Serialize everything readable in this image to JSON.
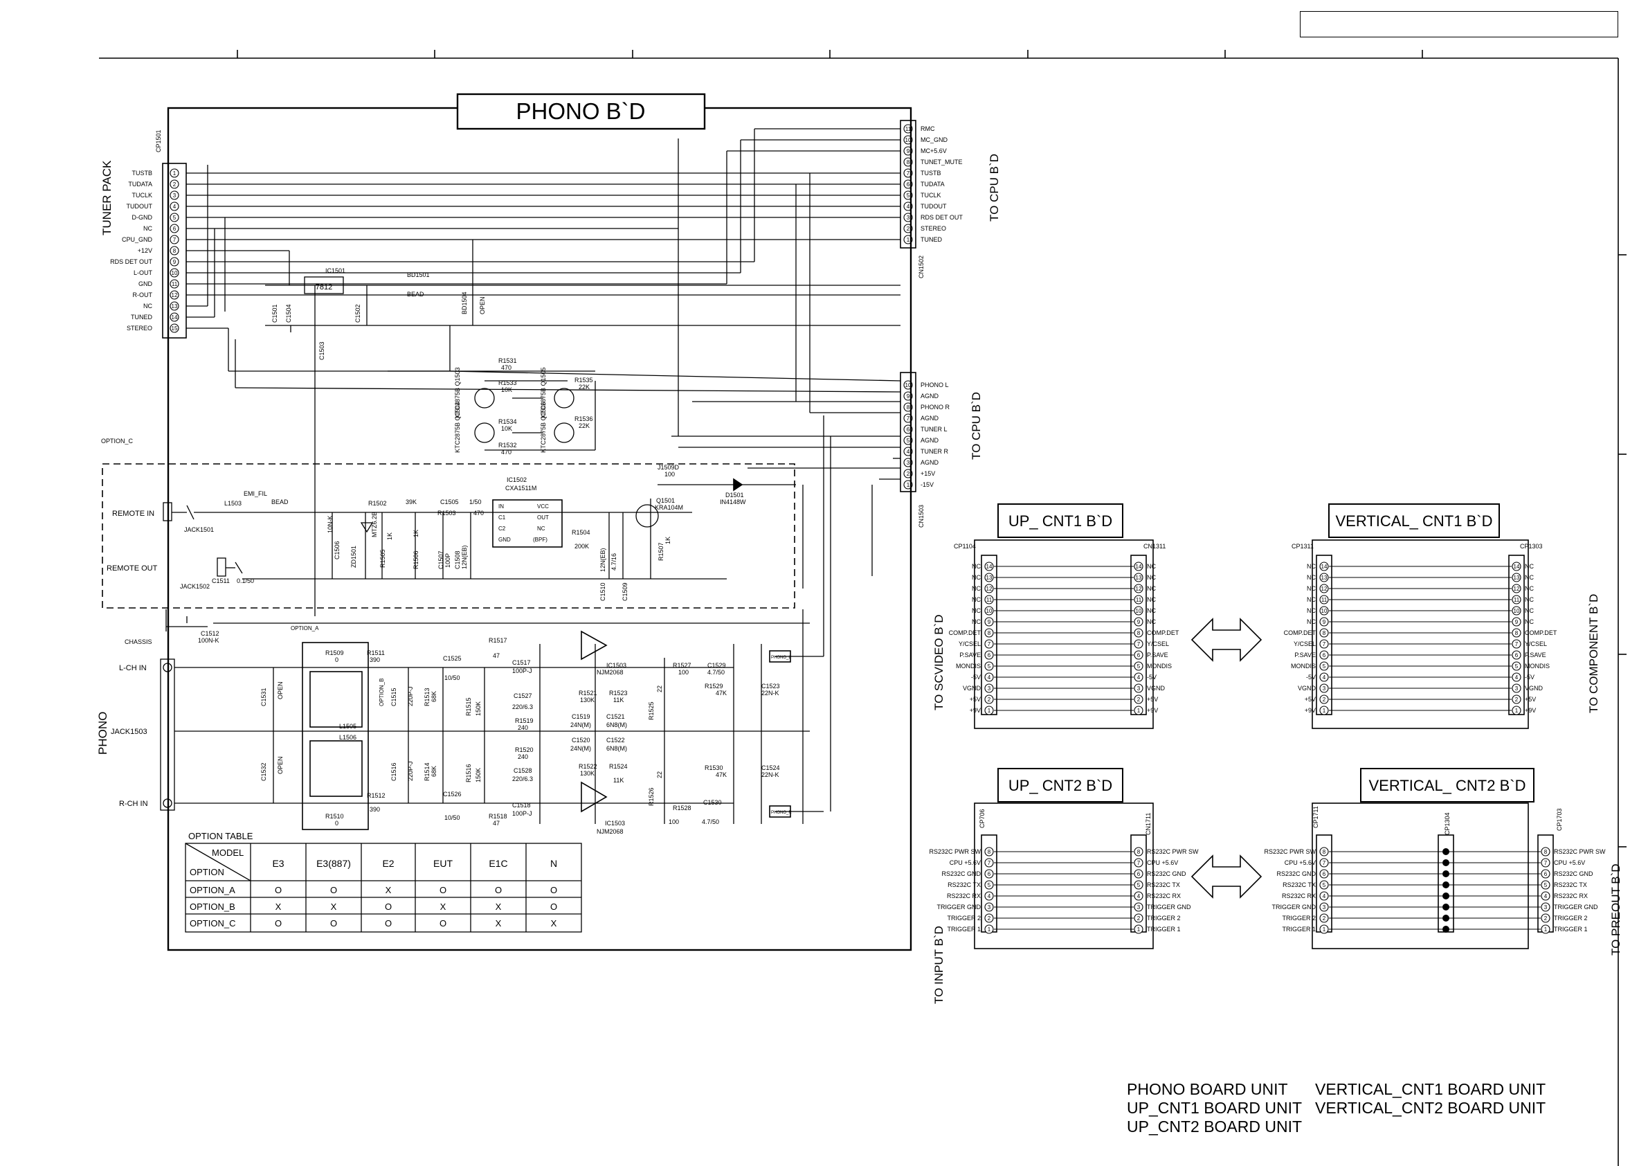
{
  "title_box": "",
  "phono_board": {
    "title": "PHONO B`D",
    "tuner_pack": {
      "label": "TUNER PACK",
      "connector": "CP1501",
      "pins": [
        "TUSTB",
        "TUDATA",
        "TUCLK",
        "TUDOUT",
        "D-GND",
        "NC",
        "CPU_GND",
        "+12V",
        "RDS DET OUT",
        "L-OUT",
        "GND",
        "R-OUT",
        "NC",
        "TUNED",
        "STEREO"
      ]
    },
    "cn1502": {
      "id": "CN1502",
      "dest": "TO CPU B`D",
      "pins": [
        "RMC",
        "MC_GND",
        "MC+5.6V",
        "TUNET_MUTE",
        "TUSTB",
        "TUDATA",
        "TUCLK",
        "TUDOUT",
        "RDS DET OUT",
        "STEREO",
        "TUNED"
      ]
    },
    "cn1503": {
      "id": "CN1503",
      "dest": "TO CPU B`D",
      "pins": [
        "PHONO L",
        "AGND",
        "PHONO R",
        "AGND",
        "TUNER L",
        "AGND",
        "TUNER R",
        "AGND",
        "+15V",
        "-15V"
      ]
    },
    "components": {
      "ic1501": "IC1501",
      "ic1501_val": "7812",
      "bd1501": "BD1501",
      "bead": "BEAD",
      "bd1504": "BD1504",
      "open": "OPEN",
      "c1501": "C1501",
      "c1502": "C1502",
      "c1503": "C1503",
      "c1504": "C1504",
      "r1531": "R1531",
      "r1531_v": "470",
      "r1533": "R1533",
      "r1533_v": "10K",
      "r1535": "R1535",
      "r1535_v": "22K",
      "r1534": "R1534",
      "r1534_v": "10K",
      "r1536": "R1536",
      "r1536_v": "22K",
      "r1532": "R1532",
      "r1532_v": "470",
      "q1503": "KTC2875B Q1503",
      "q1505": "KTC2875B Q1505",
      "q1504": "KTC2875B Q1504",
      "q1506": "KTC2875B Q1506",
      "option_c": "OPTION_C",
      "remote_in": "REMOTE IN",
      "jack1501": "JACK1501",
      "remote_out": "REMOTE OUT",
      "jack1502": "JACK1502",
      "l1503": "L1503",
      "emi_fil": "EMI_FIL",
      "emi_bead": "BEAD",
      "c1511": "C1511",
      "c1511_v": "0.1/50",
      "c1506": "C1506",
      "c1506_v": "10N-K",
      "zd1501": "ZD1501",
      "zd1501_v": "MTZ6.2B",
      "r1505": "R1505",
      "r1505_v": "1K",
      "r1502": "R1502",
      "r1502_v": "39K",
      "r1506": "R1506",
      "r1506_v": "1K",
      "c1505": "C1505",
      "c1505_v": "1/50",
      "r1503": "R1503",
      "r1503_v": "470",
      "c1507": "C1507",
      "c1507_v": "100P",
      "c1508": "C1508",
      "c1508_v": "12N(EB)",
      "ic1502": "IC1502",
      "ic1502_v": "CXA1511M",
      "ic_pins_l": [
        "IN",
        "C1",
        "C2",
        "GND"
      ],
      "ic_pins_r": [
        "VCC",
        "OUT",
        "NC",
        "(BPF)"
      ],
      "r1504": "R1504",
      "r1504_v": "200K",
      "c1510": "C1510",
      "c1510_v": "12N(EB)",
      "c1509": "C1509",
      "c1509_v": "4.7/16",
      "r1507": "R1507",
      "r1507_v": "1K",
      "q1501": "Q1501",
      "q1501_v": "KRA104M",
      "j1509": "J1509D",
      "j1509_v": "100",
      "d1501": "D1501",
      "d1501_v": "IN4148W",
      "chassis": "CHASSIS",
      "c1512": "C1512",
      "c1512_v": "100N-K",
      "option_a": "OPTION_A",
      "option_b": "OPTION_B",
      "lch_in": "L-CH IN",
      "rch_in": "R-CH IN",
      "jack1503": "JACK1503",
      "phono": "PHONO",
      "r1509": "R1509",
      "r1509_v": "0",
      "r1510": "R1510",
      "r1510_v": "0",
      "r1511": "R1511",
      "r1511_v": "390",
      "r1512": "R1512",
      "r1512_v": "390",
      "l1505": "L1505",
      "l1506": "L1506",
      "c1531": "C1531",
      "c1531_v": "OPEN",
      "c1532": "C1532",
      "c1532_v": "OPEN",
      "c1515": "C1515",
      "c1515_v": "220P-J",
      "c1516": "C1516",
      "c1516_v": "220P-J",
      "r1513": "R1513",
      "r1513_v": "68K",
      "r1514": "R1514",
      "r1514_v": "68K",
      "c1525": "C1525",
      "c1525_v": "10/50",
      "c1526": "C1526",
      "c1526_v": "10/50",
      "r1515": "R1515",
      "r1515_v": "150K",
      "r1516": "R1516",
      "r1516_v": "150K",
      "r1517": "R1517",
      "r1517_v": "47",
      "r1518": "R1518",
      "r1518_v": "47",
      "c1517": "C1517",
      "c1517_v": "100P-J",
      "c1518": "C1518",
      "c1518_v": "100P-J",
      "c1527": "C1527",
      "c1527_v": "220/6.3",
      "c1528": "C1528",
      "c1528_v": "220/6.3",
      "r1519": "R1519",
      "r1519_v": "240",
      "r1520": "R1520",
      "r1520_v": "240",
      "c1519": "C1519",
      "c1519_v": "24N(M)",
      "c1520": "C1520",
      "c1520_v": "24N(M)",
      "r1521": "R1521",
      "r1521_v": "130K",
      "r1522": "R1522",
      "r1522_v": "130K",
      "r1523": "R1523",
      "r1523_v": "11K",
      "r1524": "R1524",
      "r1524_v": "11K",
      "c1521": "C1521",
      "c1521_v": "6N8(M)",
      "c1522": "C1522",
      "c1522_v": "6N8(M)",
      "ic1503": "IC1503",
      "ic1503_v": "NJM2068",
      "r1525": "R1525",
      "r1525_v": "22",
      "r1526": "R1526",
      "r1526_v": "22",
      "r1527": "R1527",
      "r1527_v": "100",
      "r1528": "R1528",
      "r1528_v": "100",
      "c1529": "C1529",
      "c1529_v": "4.7/50",
      "c1530": "C1530",
      "c1530_v": "4.7/50",
      "r1529": "R1529",
      "r1529_v": "47K",
      "r1530": "R1530",
      "r1530_v": "47K",
      "c1523": "C1523",
      "c1523_v": "22N-K",
      "c1524": "C1524",
      "c1524_v": "22N-K",
      "phono_l_tag": "PHONO_L",
      "phono_r_tag": "PHONO_R"
    },
    "option_table": {
      "title": "OPTION TABLE",
      "corner_model": "MODEL",
      "corner_option": "OPTION",
      "models": [
        "E3",
        "E3(887)",
        "E2",
        "EUT",
        "E1C",
        "N"
      ],
      "rows": [
        {
          "option": "OPTION_A",
          "values": [
            "O",
            "O",
            "X",
            "O",
            "O",
            "O"
          ]
        },
        {
          "option": "OPTION_B",
          "values": [
            "X",
            "X",
            "O",
            "X",
            "X",
            "O"
          ]
        },
        {
          "option": "OPTION_C",
          "values": [
            "O",
            "O",
            "O",
            "O",
            "X",
            "X"
          ]
        }
      ]
    }
  },
  "up_cnt1": {
    "title": "UP_ CNT1 B`D",
    "left_conn": "CP1104",
    "right_conn": "CN1311",
    "dest": "TO SCVIDEO B`D",
    "pins": [
      "NC",
      "NC",
      "NC",
      "NC",
      "NC",
      "NC",
      "COMP.DET",
      "Y/CSEL",
      "P.SAVE",
      "MONDIS",
      "-5V",
      "VGND",
      "+5V",
      "+9V"
    ]
  },
  "vertical_cnt1": {
    "title": "VERTICAL_ CNT1 B`D",
    "left_conn": "CP1311",
    "right_conn": "CP1303",
    "dest": "TO COMPONENT B`D",
    "pins": [
      "NC",
      "NC",
      "NC",
      "NC",
      "NC",
      "NC",
      "COMP.DET",
      "Y/CSEL",
      "P.SAVE",
      "MONDIS",
      "-5V",
      "VGND",
      "+5V",
      "+9V"
    ]
  },
  "up_cnt2": {
    "title": "UP_ CNT2 B`D",
    "left_conn": "CP706",
    "right_conn": "CN1711",
    "dest": "TO INPUT B`D",
    "pins": [
      "RS232C PWR SW",
      "CPU +5.6V",
      "RS232C GND",
      "RS232C TX",
      "RS232C RX",
      "TRIGGER GND",
      "TRIGGER 2",
      "TRIGGER 1"
    ]
  },
  "vertical_cnt2": {
    "title": "VERTICAL_ CNT2 B`D",
    "left_conn": "CP1711",
    "mid_conn": "CP1304",
    "right_conn": "CP1703",
    "dest": "TO PREOUT B`D",
    "pins": [
      "RS232C PWR SW",
      "CPU +5.6V",
      "RS232C GND",
      "RS232C TX",
      "RS232C RX",
      "TRIGGER GND",
      "TRIGGER 2",
      "TRIGGER 1"
    ]
  },
  "footer": {
    "col1": [
      "PHONO BOARD  UNIT",
      "UP_CNT1 BOARD  UNIT",
      "UP_CNT2 BOARD  UNIT"
    ],
    "col2": [
      "VERTICAL_CNT1 BOARD  UNIT",
      "VERTICAL_CNT2 BOARD  UNIT"
    ]
  }
}
